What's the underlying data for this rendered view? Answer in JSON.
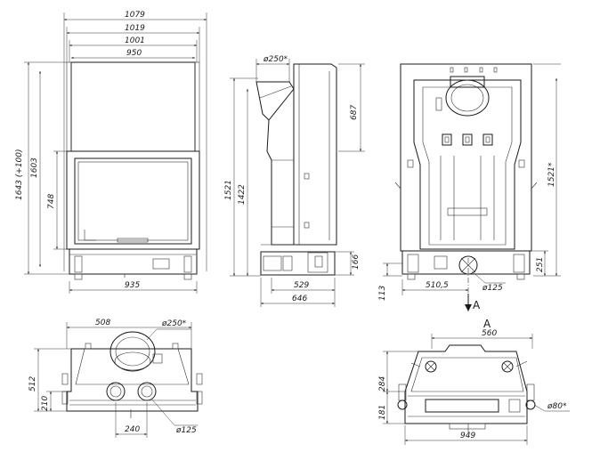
{
  "front_view": {
    "overall_width": "1079",
    "width_2": "1019",
    "width_3": "1001",
    "width_4": "950",
    "overall_height": "1643 (+100)",
    "height_2": "1603",
    "door_height": "748",
    "base_width": "935"
  },
  "side_view": {
    "flue_diameter": "ø250*",
    "overall_height": "1521",
    "height_2": "1422",
    "flue_height": "687",
    "base_height": "166",
    "depth_1": "529",
    "depth_2": "646"
  },
  "rear_view": {
    "overall_height": "1521*",
    "inlet_height": "251",
    "base_height": "113",
    "offset": "510,5",
    "inlet_diameter": "ø125",
    "section_marker": "A"
  },
  "top_view": {
    "flue_offset": "508",
    "flue_diameter": "ø250*",
    "depth": "512",
    "depth_2": "210",
    "inlet_spacing": "240",
    "inlet_diameter": "ø125"
  },
  "section_view": {
    "section_label": "A",
    "top_width": "560",
    "height_1": "284",
    "height_2": "181",
    "inlet_diameter": "ø80*",
    "bottom_width": "949"
  }
}
